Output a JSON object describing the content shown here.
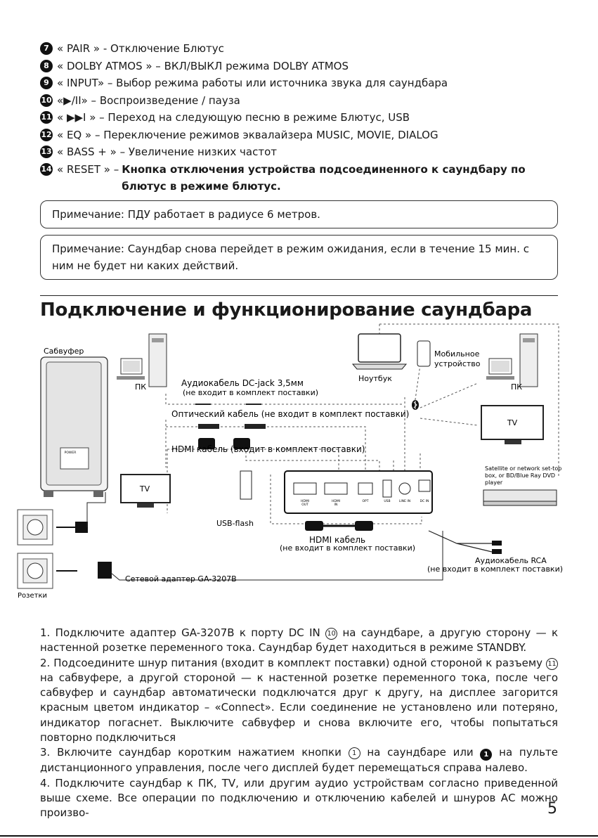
{
  "controls": [
    {
      "num": "7",
      "label": "« PAIR » - Отключение Блютус"
    },
    {
      "num": "8",
      "label": "« DOLBY ATMOS » – ВКЛ/ВЫКЛ режима DOLBY ATMOS"
    },
    {
      "num": "9",
      "label": "« INPUT» – Выбор режима работы или источника звука для саундбара"
    },
    {
      "num": "10",
      "label": " «▶/II» – Воспроизведение / пауза"
    },
    {
      "num": "11",
      "label": "« ▶▶I » – Переход на следующую песню в режиме Блютус, USB"
    },
    {
      "num": "12",
      "label": "« EQ » – Переключение режимов эквалайзера MUSIC, MOVIE, DIALOG"
    },
    {
      "num": "13",
      "label": "« BASS +  » – Увеличение низких частот"
    },
    {
      "num": "14",
      "label": "« RESET » –",
      "desc": "Кнопка отключения устройства подсоединенного к саундбару по блютус в режиме блютус."
    }
  ],
  "notes": {
    "note1": "Примечание: ПДУ работает в радиусе 6 метров.",
    "note2": "Примечание:  Саундбар снова перейдет в режим ожидания, если в течение 15 мин. с ним не будет ни каких действий."
  },
  "section_title": "Подключение и функционирование саундбара",
  "diagram": {
    "subwoofer": "Сабвуфер",
    "pc": "ПК",
    "tv": "TV",
    "notebook": "Ноутбук",
    "mobile": "Мобильное устройство",
    "mobile_l1": "Мобильное",
    "mobile_l2": "устройство",
    "audio_cable_1": "Аудиокабель DC-jack 3,5мм",
    "audio_cable_2": "(не входит в комплект поставки)",
    "optical": "Оптический кабель (не входит в комплект поставки)",
    "hdmi_top": "HDMI кабель (входит в комплект поставки)",
    "usb_flash": "USB-flash",
    "hdmi_bottom_1": "HDMI кабель",
    "hdmi_bottom_2": "(не входит в комплект поставки)",
    "rca_1": "Аудиокабель RCA",
    "rca_2": "(не входит в комплект поставки)",
    "adapter": "Сетевой адаптер GA-3207B",
    "sockets": "Розетки",
    "settop_1": "Satellite or network set-top",
    "settop_2": "box, or BD/Blue Ray DVD",
    "settop_3": "player",
    "port_hdmi_out": "HDMI OUT",
    "port_hdmi_out_1": "HDMI",
    "port_hdmi_out_2": "OUT",
    "port_hdmi_in_1": "HDMI",
    "port_hdmi_in_2": "IN",
    "port_opt": "OPT",
    "port_usb": "USB",
    "port_line_in": "LINE IN",
    "port_dc_in": "DC IN",
    "sub_power": "POWER"
  },
  "instructions": {
    "p1_a": "1. Подключите адаптер GA-3207B к порту DC IN ",
    "p1_circ": "10",
    "p1_b": " на саундбаре, а другую сторону — к настенной розетке переменного тока. Саундбар будет находиться в режиме STANDBY.",
    "p2_a": "2. Подсоедините шнур питания (входит в комплект поставки) одной стороной к разъему ",
    "p2_circ": "11",
    "p2_b": " на сабвуфере, а другой стороной — к настенной розетке переменного тока, после чего сабвуфер и саундбар автоматически подключатся друг к другу, на дисплее загорится красным цветом индикатор – «Connect». Если соединение не установлено или потеряно, индикатор погаснет. Выключите сабвуфер и снова включите его, чтобы попытаться повторно подключиться",
    "p3_a": "3. Включите саундбар коротким нажатием кнопки ",
    "p3_circ": "1",
    "p3_b": " на саундбаре или ",
    "p3_fill": "1",
    "p3_c": " на пульте дистанционного управления, после чего дисплей будет перемещаться справа налево.",
    "p4": "4. Подключите саундбар к ПК, TV, или другим аудио устройствам согласно приведенной выше схеме. Все операции по подключению и отключению кабелей и шнуров АС можно произво-"
  },
  "page_number": "5"
}
